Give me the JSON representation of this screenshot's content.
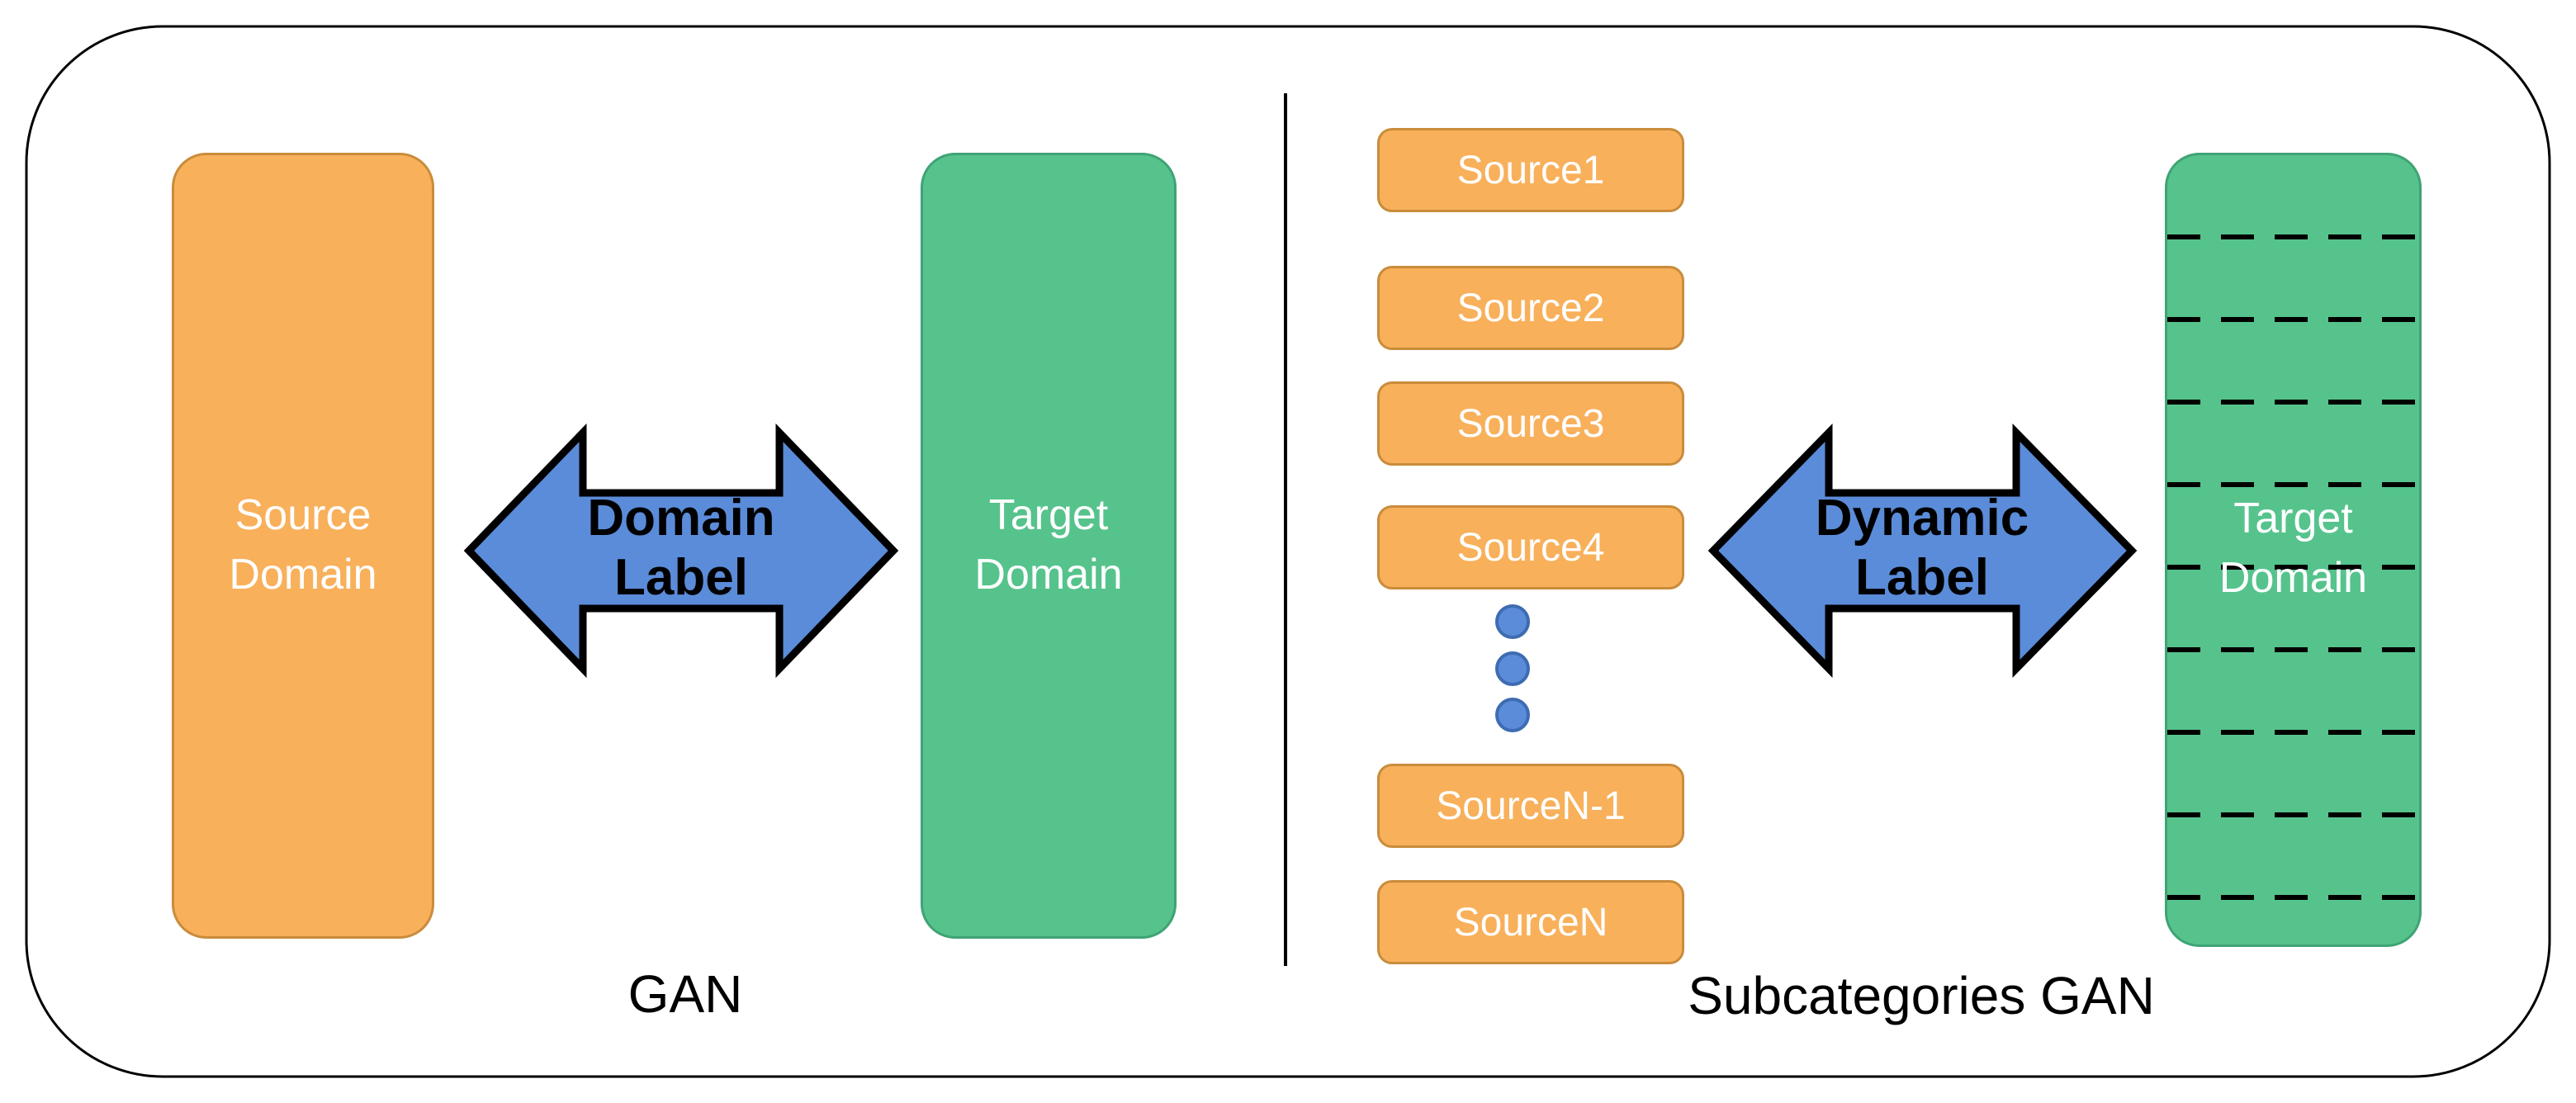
{
  "panels": {
    "gan": {
      "source_domain": {
        "line1": "Source",
        "line2": "Domain"
      },
      "target_domain": {
        "line1": "Target",
        "line2": "Domain"
      },
      "arrow": {
        "line1": "Domain",
        "line2": "Label"
      },
      "caption": "GAN"
    },
    "subcategories_gan": {
      "sources": [
        "Source1",
        "Source2",
        "Source3",
        "Source4",
        "SourceN-1",
        "SourceN"
      ],
      "arrow": {
        "line1": "Dynamic",
        "line2": "Label"
      },
      "target_domain": {
        "line1": "Target",
        "line2": "Domain"
      },
      "caption": "Subcategories GAN"
    }
  },
  "colors": {
    "orange-fill": "#F8B05B",
    "orange-border": "#C98C3B",
    "green-fill": "#56C38C",
    "green-border": "#3FA375",
    "blue-fill": "#5B8CD9",
    "blue-dot-border": "#3E6CB2",
    "line-color": "#000000",
    "text-light": "#FFFFFF",
    "text-dark": "#000000"
  }
}
